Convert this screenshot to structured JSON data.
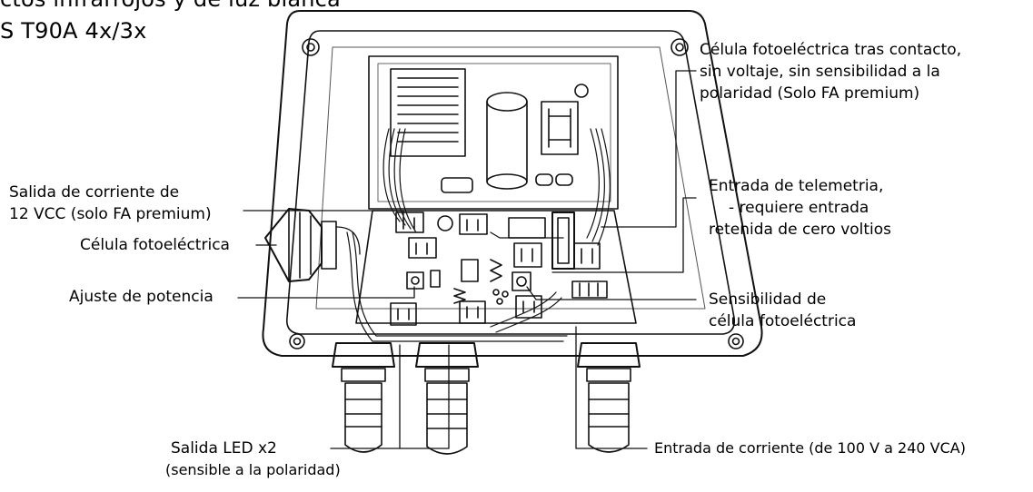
{
  "title": {
    "line1": "ctos infrarrojos y de luz blanca",
    "line2": "S T90A 4x/3x"
  },
  "labels": {
    "fotocelula_contacto": {
      "l1": "Célula fotoeléctrica tras contacto,",
      "l2": "sin voltaje, sin sensibilidad a la",
      "l3": "polaridad (Solo FA premium)"
    },
    "salida_corriente": {
      "l1": "Salida de corriente de",
      "l2": "12 VCC (solo FA premium)"
    },
    "celula_fotoelectrica": "Célula fotoeléctrica",
    "telemetria": {
      "l1": "Entrada de telemetria,",
      "l2": "- requiere entrada",
      "l3": "retenida de cero voltios"
    },
    "ajuste_potencia": "Ajuste de potencia",
    "sensibilidad": {
      "l1": "Sensibilidad de",
      "l2": "célula fotoeléctrica"
    },
    "salida_led": {
      "l1": "Salida LED x2",
      "l2": "(sensible a la polaridad)"
    },
    "entrada_corriente": "Entrada de corriente (de 100 V a 240 VCA)"
  }
}
